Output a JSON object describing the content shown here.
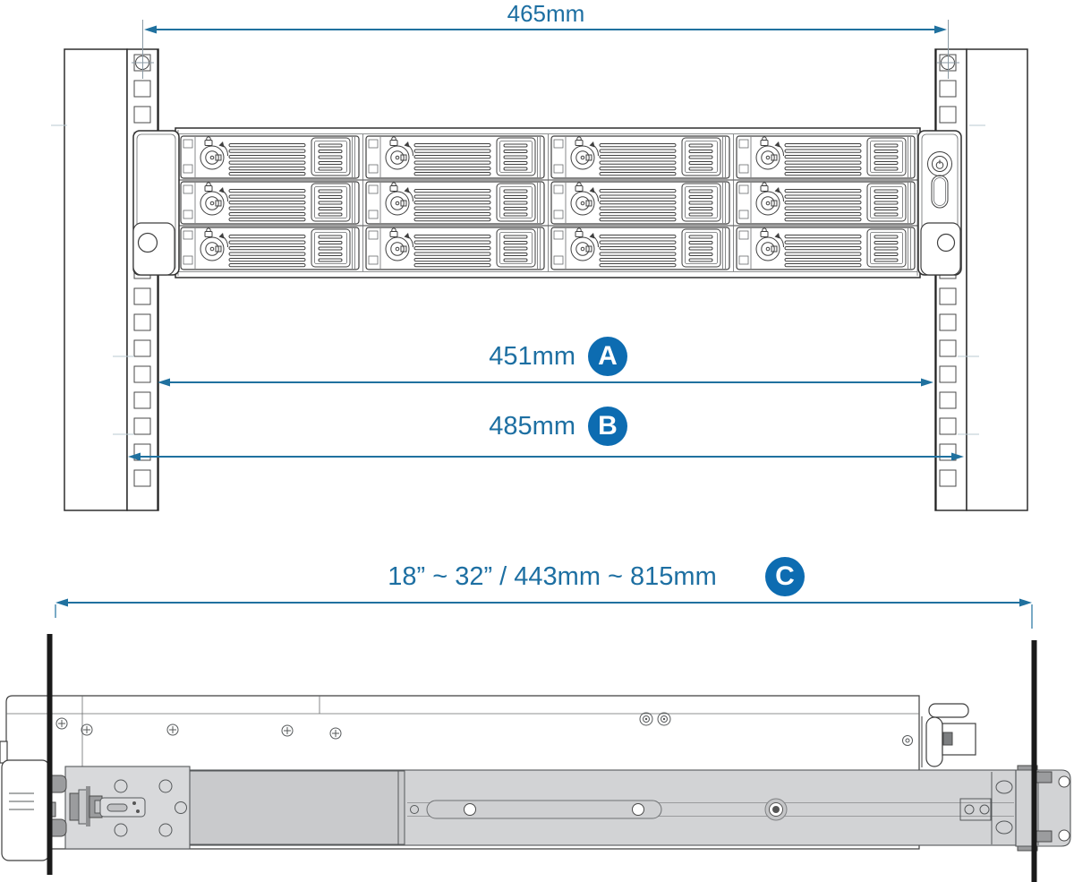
{
  "colors": {
    "dimension_line": "#20719F",
    "dimension_text": "#1D6FA2",
    "badge_fill": "#0D6CB1",
    "badge_text": "#FFFFFF",
    "line_art": "#3F3F3F",
    "rail_gray": "#D2D3D5"
  },
  "top_view": {
    "description": "rack-front-view",
    "dimension_top": {
      "value": "465mm"
    },
    "dimension_a": {
      "value": "451mm",
      "badge": "A"
    },
    "dimension_b": {
      "value": "485mm",
      "badge": "B"
    },
    "unit": {
      "drive_rows": 3,
      "drive_columns": 4,
      "drive_bays": 12,
      "icons": [
        "lock-icon",
        "key-lock-icon",
        "power-icon",
        "led-indicator"
      ]
    }
  },
  "side_view": {
    "description": "rail-side-view",
    "dimension_c": {
      "value": "18” ~ 32”  /  443mm ~ 815mm",
      "badge": "C"
    }
  }
}
